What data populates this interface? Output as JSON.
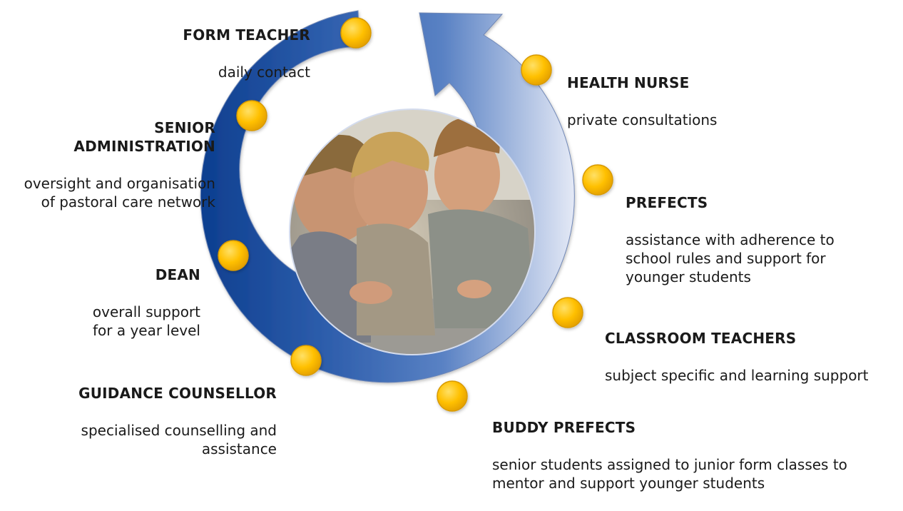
{
  "diagram": {
    "colors": {
      "arrow_dark": "#0d3e8f",
      "arrow_mid": "#5a82c4",
      "arrow_light": "#e4e9f6",
      "node_fill": "#ffc000",
      "node_stroke": "#d89a00",
      "photo_bg": "#b8b2a4"
    },
    "nodes": [
      {
        "id": "form-teacher",
        "title": "FORM TEACHER",
        "desc": "daily contact"
      },
      {
        "id": "health-nurse",
        "title": "HEALTH NURSE",
        "desc": "private consultations"
      },
      {
        "id": "senior-administration",
        "title": "SENIOR\nADMINISTRATION",
        "desc": "oversight and organisation\nof pastoral care network"
      },
      {
        "id": "prefects",
        "title": "PREFECTS",
        "desc": "assistance with adherence to\nschool rules and support for\nyounger students"
      },
      {
        "id": "dean",
        "title": "DEAN",
        "desc": "overall support\nfor a year level"
      },
      {
        "id": "classroom-teachers",
        "title": "CLASSROOM TEACHERS",
        "desc": "subject specific and learning support"
      },
      {
        "id": "guidance-counsellor",
        "title": "GUIDANCE COUNSELLOR",
        "desc": "specialised counselling and\nassistance"
      },
      {
        "id": "buddy-prefects",
        "title": "BUDDY PREFECTS",
        "desc": "senior students assigned to junior form classes to\nmentor and support younger students"
      }
    ]
  }
}
